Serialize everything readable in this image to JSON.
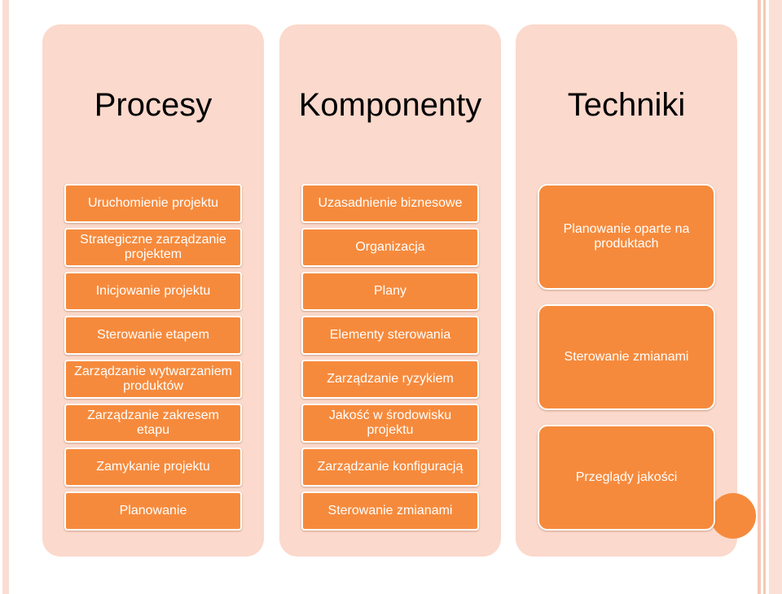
{
  "columns": [
    {
      "title": "Procesy",
      "items": [
        "Uruchomienie projektu",
        "Strategiczne zarządzanie projektem",
        "Inicjowanie projektu",
        "Sterowanie etapem",
        "Zarządzanie wytwarzaniem produktów",
        "Zarządzanie zakresem etapu",
        "Zamykanie projektu",
        "Planowanie"
      ]
    },
    {
      "title": "Komponenty",
      "items": [
        "Uzasadnienie biznesowe",
        "Organizacja",
        "Plany",
        "Elementy sterowania",
        "Zarządzanie ryzykiem",
        "Jakość w środowisku projektu",
        "Zarządzanie konfiguracją",
        "Sterowanie zmianami"
      ]
    },
    {
      "title": "Techniki",
      "items": [
        "Planowanie oparte na produktach",
        "Sterowanie zmianami",
        "Przeglądy jakości"
      ]
    }
  ],
  "colors": {
    "panel": "#fbd9cc",
    "box": "#f68a3c",
    "box_text": "#ffffff",
    "heading_text": "#000000"
  }
}
